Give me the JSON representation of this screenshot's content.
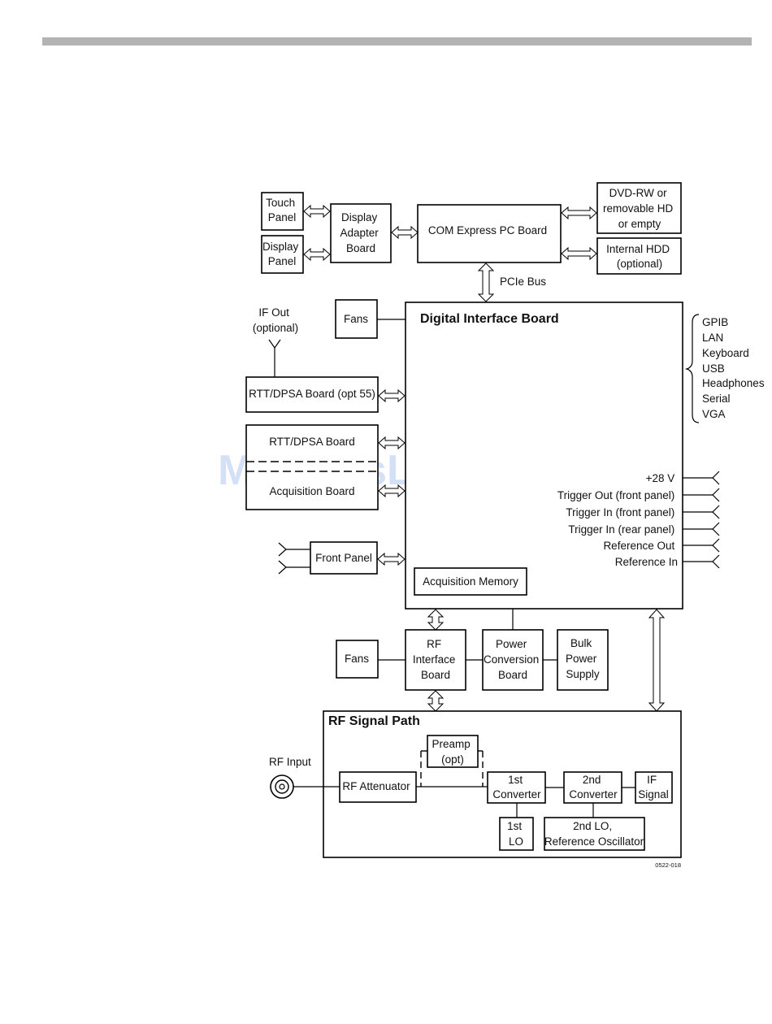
{
  "watermark": "ManualsLib.com",
  "figure_id": "0522-018",
  "blocks": {
    "touch_panel": [
      "Touch",
      "Panel"
    ],
    "display_panel": [
      "Display",
      "Panel"
    ],
    "display_adapter": [
      "Display",
      "Adapter",
      "Board"
    ],
    "com_express": [
      "COM Express PC Board"
    ],
    "dvd": [
      "DVD-RW or",
      "removable HD",
      "or empty"
    ],
    "hdd": [
      "Internal HDD",
      "(optional)"
    ],
    "pcie": [
      "PCIe Bus"
    ],
    "fans_top": [
      "Fans"
    ],
    "if_out": [
      "IF Out",
      "(optional)"
    ],
    "rtt_opt55": [
      "RTT/DPSA Board (opt 55)"
    ],
    "rtt": [
      "RTT/DPSA Board"
    ],
    "acquisition": [
      "Acquisition Board"
    ],
    "front_panel": [
      "Front Panel"
    ],
    "acq_memory": [
      "Acquisition Memory"
    ],
    "dib_title": [
      "Digital Interface Board"
    ],
    "fans_bottom": [
      "Fans"
    ],
    "rf_interface": [
      "RF",
      "Interface",
      "Board"
    ],
    "power_conv": [
      "Power",
      "Conversion",
      "Board"
    ],
    "bulk_power": [
      "Bulk",
      "Power",
      "Supply"
    ],
    "rf_title": [
      "RF Signal Path"
    ],
    "rf_input": [
      "RF Input"
    ],
    "rf_atten": [
      "RF Attenuator"
    ],
    "preamp": [
      "Preamp",
      "(opt)"
    ],
    "conv1": [
      "1st",
      "Converter"
    ],
    "conv2": [
      "2nd",
      "Converter"
    ],
    "if_signal": [
      "IF",
      "Signal"
    ],
    "lo1": [
      "1st",
      "LO"
    ],
    "lo2": [
      "2nd LO,",
      "Reference Oscillator"
    ]
  },
  "io_ports": [
    "GPIB",
    "LAN",
    "Keyboard",
    "USB",
    "Headphones",
    "Serial",
    "VGA"
  ],
  "signals": [
    "+28 V",
    "Trigger Out (front panel)",
    "Trigger In (front panel)",
    "Trigger In (rear panel)",
    "Reference Out",
    "Reference In"
  ]
}
